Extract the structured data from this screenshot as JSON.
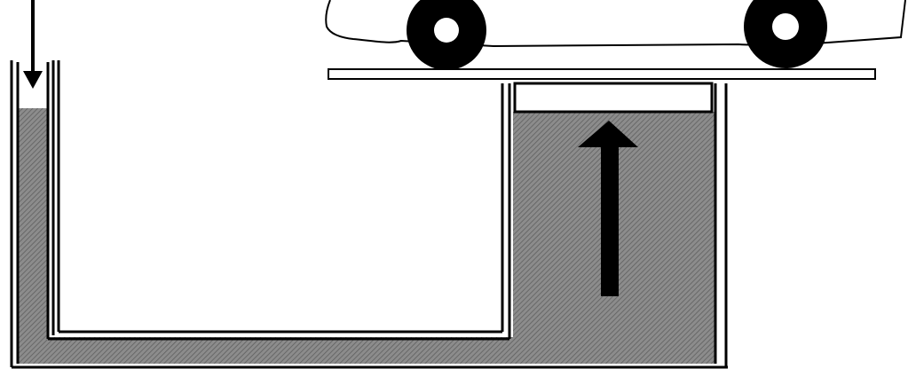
{
  "diagram": {
    "type": "hydraulic-lift",
    "elements": [
      "small-piston-force-arrow",
      "small-cylinder",
      "hydraulic-fluid",
      "connecting-pipe",
      "large-cylinder",
      "large-piston",
      "lift-force-arrow",
      "lift-platform",
      "car"
    ]
  },
  "colors": {
    "background": "#ffffff",
    "outline": "#000000",
    "fluid_base": "#8c8c8c",
    "fluid_stripe": "#5f5f5f"
  }
}
